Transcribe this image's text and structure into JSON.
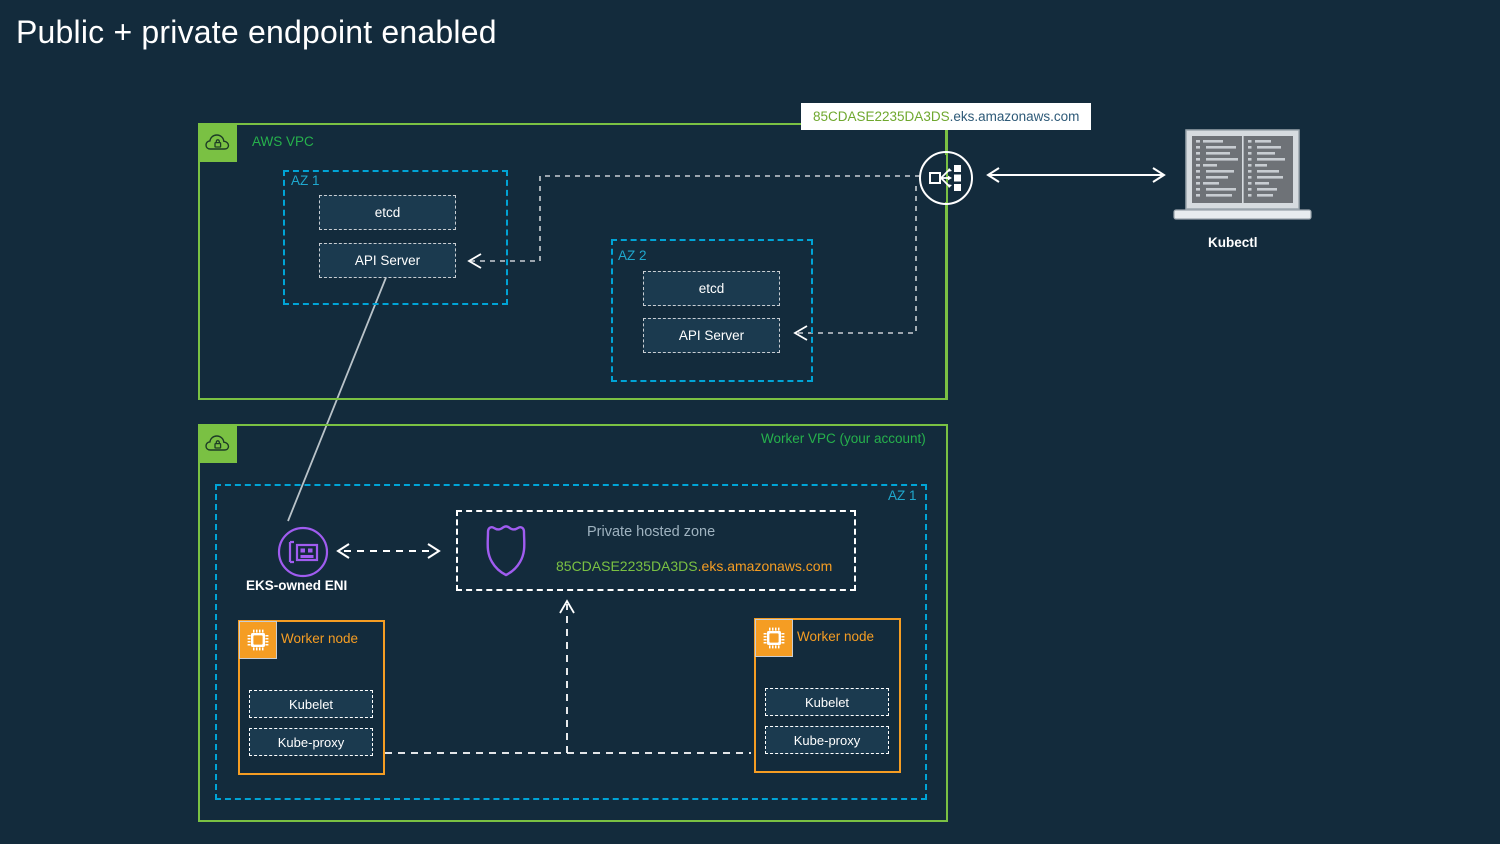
{
  "page": {
    "title": "Public + private endpoint enabled",
    "background": "#132B3C"
  },
  "colors": {
    "vpc_green": "#7AC143",
    "vpc_label_green": "#26B14C",
    "az_cyan": "#00A4D6",
    "worker_orange": "#F59D23",
    "eni_purple": "#A05CF0",
    "box_fill": "#1B3A4F",
    "white": "#FFFFFF"
  },
  "control_plane_vpc": {
    "label": "AWS VPC",
    "icon": "vpc-cloud-lock-icon",
    "az1": {
      "label": "AZ 1",
      "components": [
        {
          "label": "etcd"
        },
        {
          "label": "API Server"
        }
      ]
    },
    "az2": {
      "label": "AZ 2",
      "components": [
        {
          "label": "etcd"
        },
        {
          "label": "API Server"
        }
      ]
    },
    "endpoint": {
      "host": "85CDASE2235DA3DS",
      "suffix": ".eks.amazonaws.com",
      "icon": "network-load-balancer-icon"
    }
  },
  "client": {
    "label": "Kubectl",
    "icon": "laptop-terminal-icon"
  },
  "worker_vpc": {
    "label": "Worker VPC (your account)",
    "icon": "vpc-cloud-lock-icon",
    "az1": {
      "label": "AZ 1"
    },
    "eni": {
      "label": "EKS-owned ENI",
      "icon": "elastic-network-interface-icon"
    },
    "private_hosted_zone": {
      "title": "Private hosted zone",
      "icon": "route53-shield-icon",
      "host": "85CDASE2235DA3DS",
      "suffix": ".eks.amazonaws.com"
    },
    "worker_nodes": [
      {
        "label": "Worker node",
        "icon": "ec2-chip-icon",
        "components": [
          {
            "label": "Kubelet"
          },
          {
            "label": "Kube-proxy"
          }
        ]
      },
      {
        "label": "Worker node",
        "icon": "ec2-chip-icon",
        "components": [
          {
            "label": "Kubelet"
          },
          {
            "label": "Kube-proxy"
          }
        ]
      }
    ]
  }
}
